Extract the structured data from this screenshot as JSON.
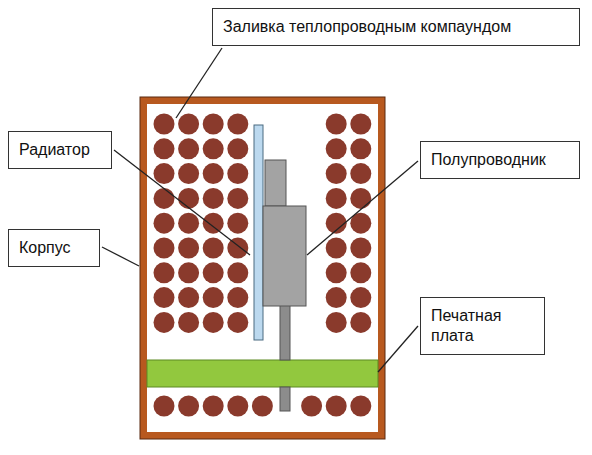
{
  "diagram": {
    "nodes": [
      {
        "text": [
          "Заливка теплопроводным компаундом"
        ]
      },
      {
        "text": [
          "Радиатор"
        ]
      },
      {
        "text": [
          "Полупроводник"
        ]
      },
      {
        "text": [
          "Корпус"
        ]
      },
      {
        "text": [
          "Печатная плата"
        ]
      }
    ]
  }
}
